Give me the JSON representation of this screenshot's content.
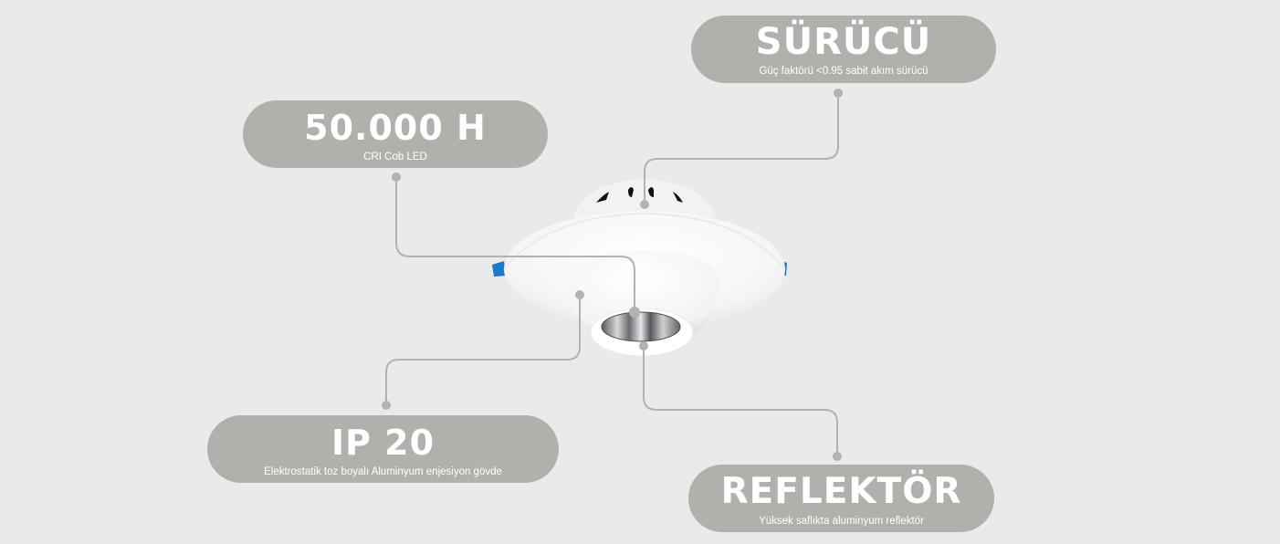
{
  "colors": {
    "background": "#EAEAEA",
    "pill": "#B1B0AC",
    "connector": "#B3B2AE",
    "text": "#FFFFFF",
    "clip_accent": "#1E78C8"
  },
  "features": {
    "driver": {
      "title": "SÜRÜCÜ",
      "subtitle": "Güç faktörü <0.95 sabit akım sürücü"
    },
    "lifetime": {
      "title": "50.000 H",
      "subtitle": "CRI Cob LED"
    },
    "protection": {
      "title": "IP 20",
      "subtitle": "Elektrostatik toz boyalı Aluminyum enjesiyon gövde"
    },
    "reflector": {
      "title": "REFLEKTÖR",
      "subtitle": "Yüksek saflıkta aluminyum reflektör"
    }
  },
  "product": {
    "image_alt": "recessed-adjustable-led-downlight"
  }
}
